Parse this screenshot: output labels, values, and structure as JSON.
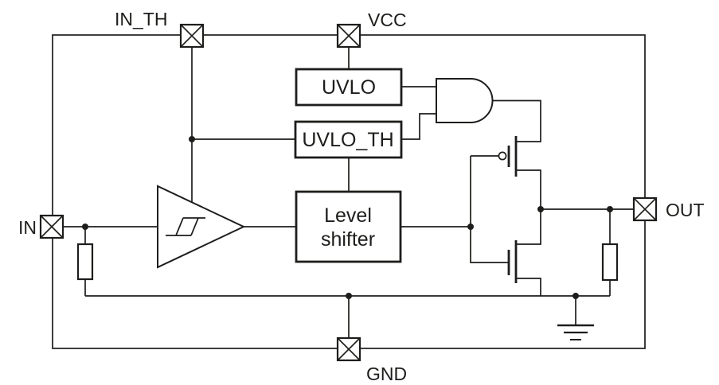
{
  "diagram": {
    "type": "ic-functional-block-diagram",
    "colors": {
      "line": "#1d1d1b",
      "background": "#ffffff"
    },
    "pins": {
      "in_th": "IN_TH",
      "vcc": "VCC",
      "in": "IN",
      "out": "OUT",
      "gnd": "GND"
    },
    "blocks": {
      "uvlo": "UVLO",
      "uvlo_th": "UVLO_TH",
      "level_shifter": {
        "line1": "Level",
        "line2": "shifter"
      }
    },
    "components": [
      "schmitt-trigger-comparator",
      "and-gate",
      "pmos-transistor",
      "nmos-transistor",
      "input-pulldown-resistor",
      "output-pulldown-resistor",
      "ground-symbol"
    ]
  }
}
